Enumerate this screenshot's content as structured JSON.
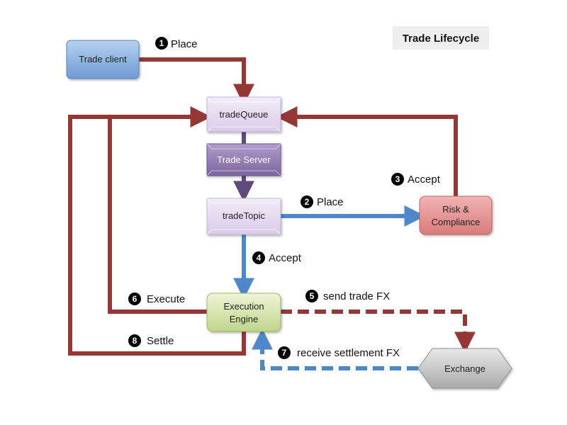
{
  "title": "Trade Lifecycle",
  "colors": {
    "red_flow": "#953735",
    "blue_flow": "#4f87cb",
    "purple_flow": "#604a7b",
    "title_bg": "#eeeeee"
  },
  "nodes": {
    "trade_client": {
      "label": "Trade client"
    },
    "trade_queue": {
      "label": "tradeQueue"
    },
    "trade_server": {
      "label": "Trade Server"
    },
    "trade_topic": {
      "label": "tradeTopic"
    },
    "risk": {
      "line1": "Risk &",
      "line2": "Compliance"
    },
    "execution_engine": {
      "line1": "Execution",
      "line2": "Engine"
    },
    "exchange": {
      "label": "Exchange"
    }
  },
  "steps": [
    {
      "num": "1",
      "label": "Place"
    },
    {
      "num": "2",
      "label": "Place"
    },
    {
      "num": "3",
      "label": "Accept"
    },
    {
      "num": "4",
      "label": "Accept"
    },
    {
      "num": "5",
      "label": "send trade FX"
    },
    {
      "num": "6",
      "label": "Execute"
    },
    {
      "num": "7",
      "label": "receive settlement FX"
    },
    {
      "num": "8",
      "label": "Settle"
    }
  ]
}
